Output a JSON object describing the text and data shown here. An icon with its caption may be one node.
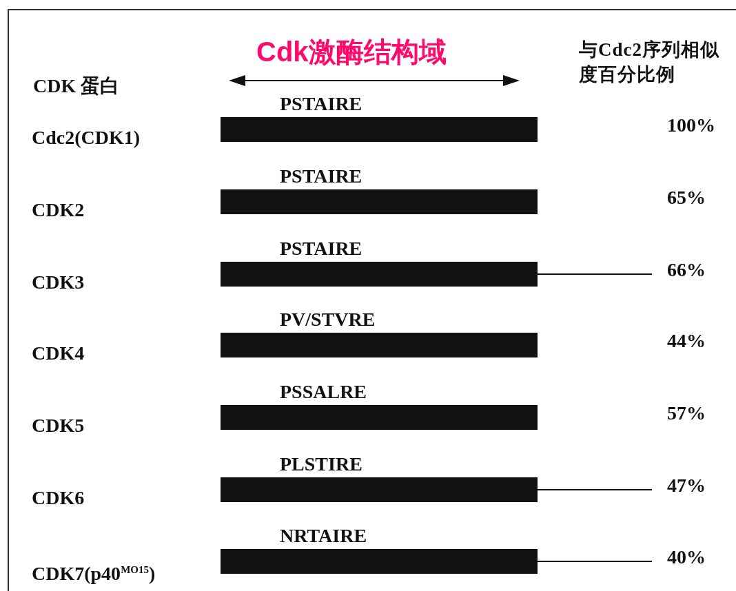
{
  "diagram": {
    "title": "Cdk激酶结构域",
    "nodes": [
      {
        "text": [
          "PSTAIRE"
        ]
      },
      {
        "text": [
          "100%"
        ]
      },
      {
        "text": [
          "PSTAIRE"
        ]
      },
      {
        "text": [
          "65%"
        ]
      },
      {
        "text": [
          "PSTAIRE"
        ]
      },
      {
        "text": [
          "66%"
        ]
      },
      {
        "text": [
          "PV/STVRE"
        ]
      },
      {
        "text": [
          "44%"
        ]
      },
      {
        "text": [
          "PSSALRE"
        ]
      },
      {
        "text": [
          "57%"
        ]
      },
      {
        "text": [
          "PLSTIRE"
        ]
      },
      {
        "text": [
          "47%"
        ]
      },
      {
        "text": [
          "NRTAIRE"
        ]
      },
      {
        "text": [
          "40%"
        ]
      }
    ],
    "edges": [
      {
        "from": 4,
        "to": 5,
        "arrow": "none"
      },
      {
        "from": 10,
        "to": 11,
        "arrow": "none"
      },
      {
        "from": 12,
        "to": 13,
        "arrow": "none"
      }
    ],
    "labels": [
      "CDK 蛋白",
      "与Cdc2序列相似度百分比例",
      "Cdc2(CDK1)",
      "CDK2",
      "CDK3",
      "CDK4",
      "CDK5",
      "CDK6",
      "CDK7(p40$^{MO15}$)"
    ]
  }
}
